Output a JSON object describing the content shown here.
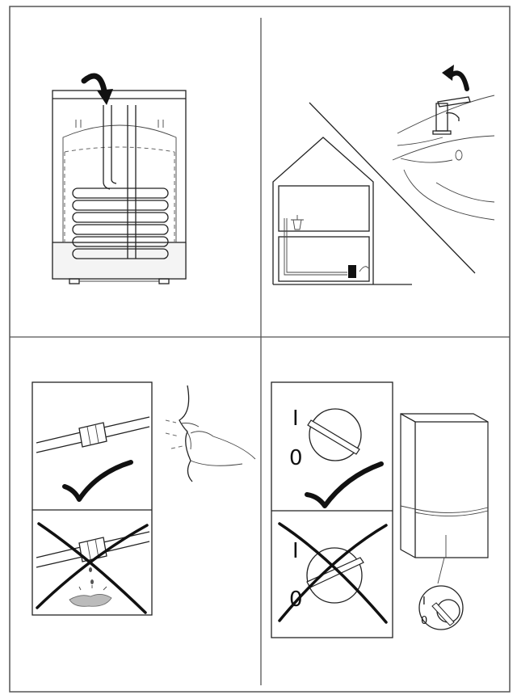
{
  "switch_labels": {
    "on": "I",
    "off": "0"
  },
  "switch_labels_small": {
    "on": "I",
    "off": "0"
  },
  "colors": {
    "line": "#222222",
    "border": "#555555",
    "background": "#ffffff"
  },
  "icons": [
    "curved-arrow-icon",
    "check-mark-icon",
    "cross-mark-icon",
    "rotary-switch-icon",
    "water-drip-icon"
  ]
}
